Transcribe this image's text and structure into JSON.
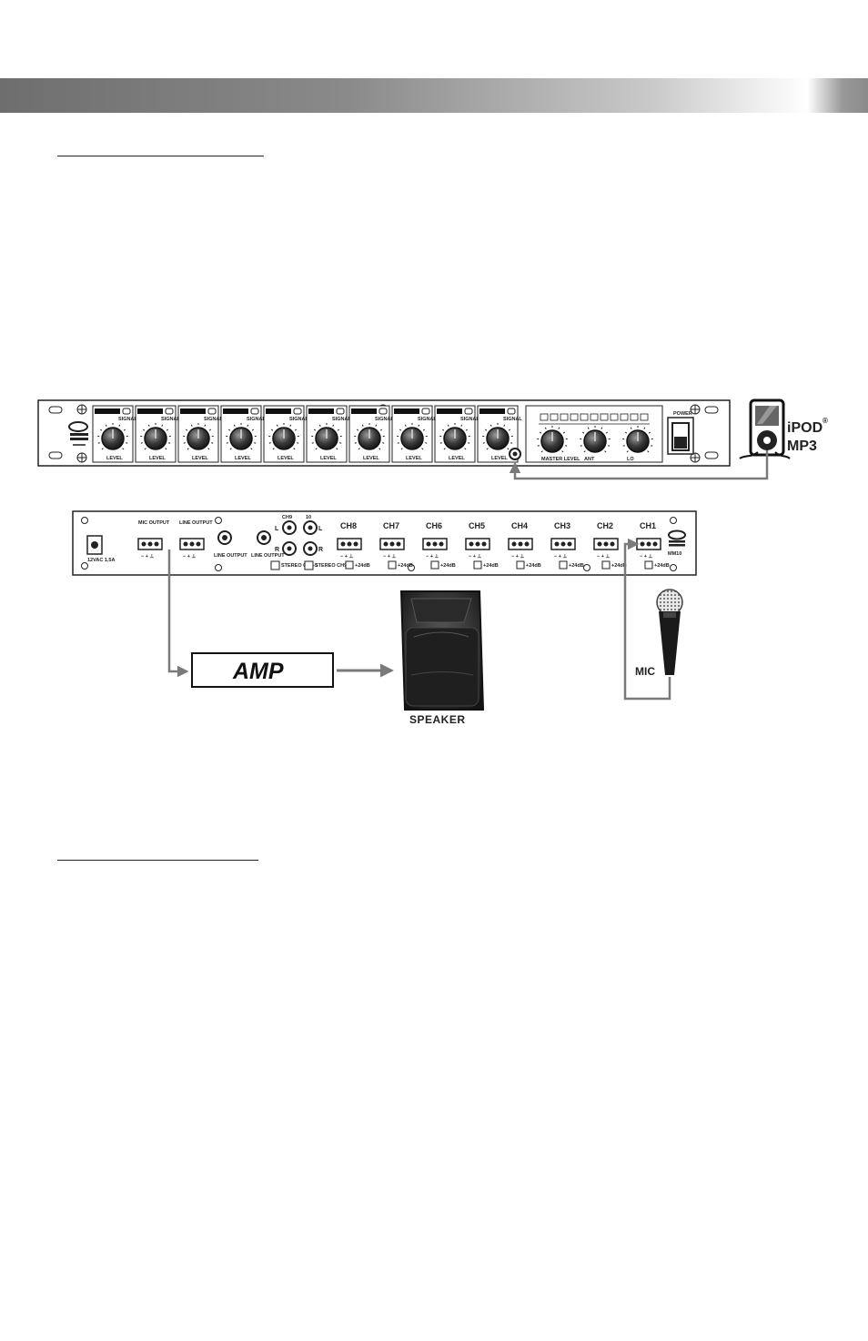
{
  "front_panel": {
    "channel_knob_label": "LEVEL",
    "channel_signal_label": "SIGNAL",
    "master_labels": [
      "MASTER LEVEL",
      "ANT",
      "LO"
    ],
    "power_label": "POWER",
    "channel_count": 10
  },
  "ipod": {
    "line1": "iPOD",
    "reg": "®",
    "line2": "MP3"
  },
  "rear_panel": {
    "mic_output": "MIC OUTPUT",
    "line_output_top": "LINE OUTPUT",
    "line_output_jack_1": "LINE OUTPUT",
    "line_output_jack_2": "LINE OUTPUT",
    "power_input": "12VAC 1.5A",
    "stereo_ch9_label": "CH9",
    "stereo_ch10_label": "10",
    "left_label": "L",
    "right_label": "R",
    "stereo_switch_1": "STEREO CH9-5",
    "stereo_switch_2": "STEREO CH9-4",
    "terminal_signs": "− + ⊥",
    "mic_channels": [
      "CH8",
      "CH7",
      "CH6",
      "CH5",
      "CH4",
      "CH3",
      "CH2",
      "CH1"
    ],
    "phantom_label": "+24dB",
    "model_label": "MM10"
  },
  "amp": {
    "label": "AMP"
  },
  "speaker": {
    "label": "SPEAKER"
  },
  "mic": {
    "label": "MIC"
  },
  "colors": {
    "wire": "#7a7a7a",
    "banner_dark": "#6e6e6e",
    "ink": "#222222"
  },
  "icons": [
    "microphone-icon",
    "speaker-icon",
    "ipod-icon",
    "amp-icon"
  ]
}
